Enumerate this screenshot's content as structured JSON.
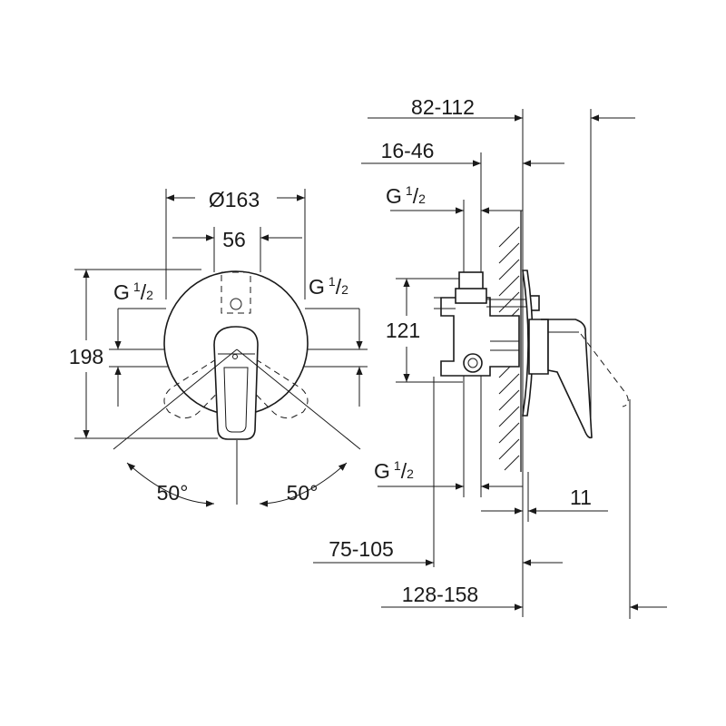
{
  "front_view": {
    "diameter": "Ø163",
    "width_56": "56",
    "height_198": "198",
    "g_left": {
      "g": "G",
      "num": "1",
      "den": "2"
    },
    "g_right": {
      "g": "G",
      "num": "1",
      "den": "2"
    },
    "angle_left": "50°",
    "angle_right": "50°"
  },
  "side_view": {
    "depth_82_112": "82-112",
    "depth_16_46": "16-46",
    "g_top": {
      "g": "G",
      "num": "1",
      "den": "2"
    },
    "g_bottom": {
      "g": "G",
      "num": "1",
      "den": "2"
    },
    "height_121": "121",
    "offset_11": "11",
    "depth_75_105": "75-105",
    "depth_128_158": "128-158"
  }
}
